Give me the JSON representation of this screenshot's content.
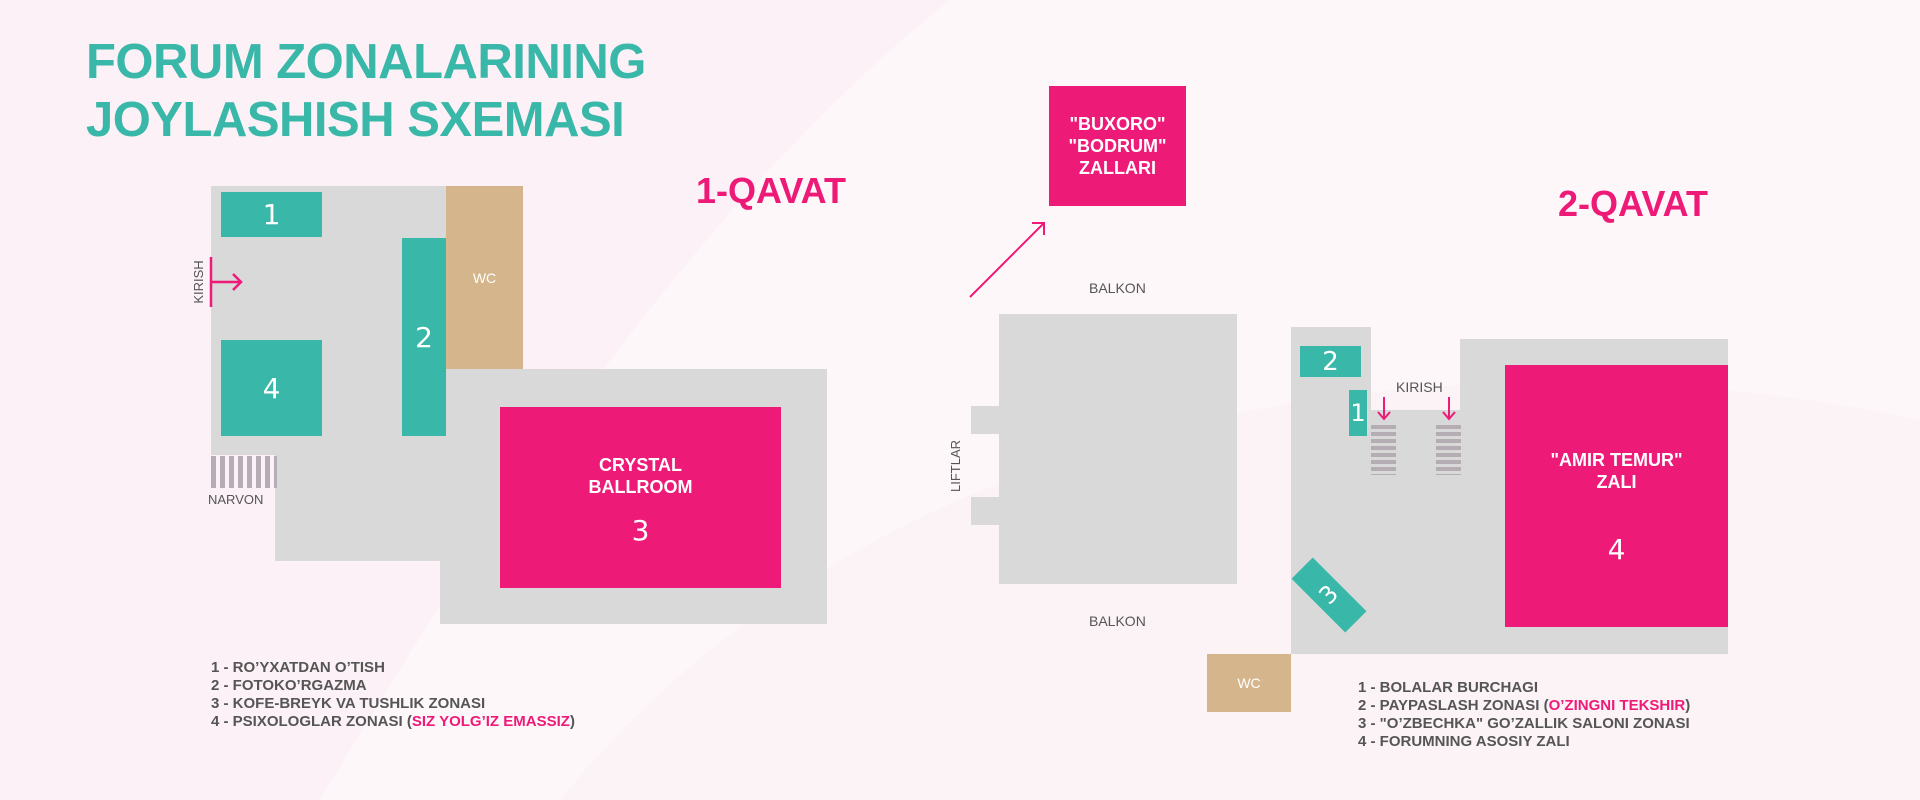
{
  "title": {
    "line1": "FORUM ZONALARINING",
    "line2": "JOYLASHISH SXEMASI"
  },
  "colors": {
    "teal": "#39b7a8",
    "pink": "#ee1a78",
    "gray": "#d9d9d9",
    "beige": "#d5b68c",
    "text": "#555555",
    "background": "#fbf1f6"
  },
  "floor1": {
    "label": "1-QAVAT",
    "zones": {
      "z1": "1",
      "z2": "2",
      "z4": "4"
    },
    "wc": "WC",
    "entrance": "KIRISH",
    "stairs": "NARVON",
    "ballroom": {
      "name_line1": "CRYSTAL",
      "name_line2": "BALLROOM",
      "number": "3"
    },
    "legend": {
      "items": [
        "1 - RO’YXATDAN O’TISH",
        "2 - FOTOKO’RGAZMA",
        "3 - KOFE-BREYK VA TUSHLIK ZONASI"
      ],
      "item4_prefix": "4 - PSIXOLOGLAR ZONASI (",
      "item4_highlight": "SIZ YOLG’IZ EMASSIZ",
      "item4_suffix": ")"
    }
  },
  "floor2": {
    "label": "2-QAVAT",
    "basement_halls": {
      "line1": "\"BUXORO\"",
      "line2": "\"BODRUM\"",
      "line3": "ZALLARI"
    },
    "balcony_top": "BALKON",
    "balcony_bottom": "BALKON",
    "lifts": "LIFTLAR",
    "entrance": "KIRISH",
    "wc": "WC",
    "zones": {
      "z1": "1",
      "z2": "2",
      "z3": "3"
    },
    "main_hall": {
      "name_line1": "\"AMIR TEMUR\"",
      "name_line2": "ZALI",
      "number": "4"
    },
    "legend": {
      "item1": "1 - BOLALAR BURCHAGI",
      "item2_prefix": "2 - PAYPASLASH ZONASI (",
      "item2_highlight": "O’ZINGNI TEKSHIR",
      "item2_suffix": ")",
      "item3": "3 - \"O’ZBECHKA\" GO’ZALLIK SALONI ZONASI",
      "item4": "4 - FORUMNING ASOSIY ZALI"
    }
  }
}
